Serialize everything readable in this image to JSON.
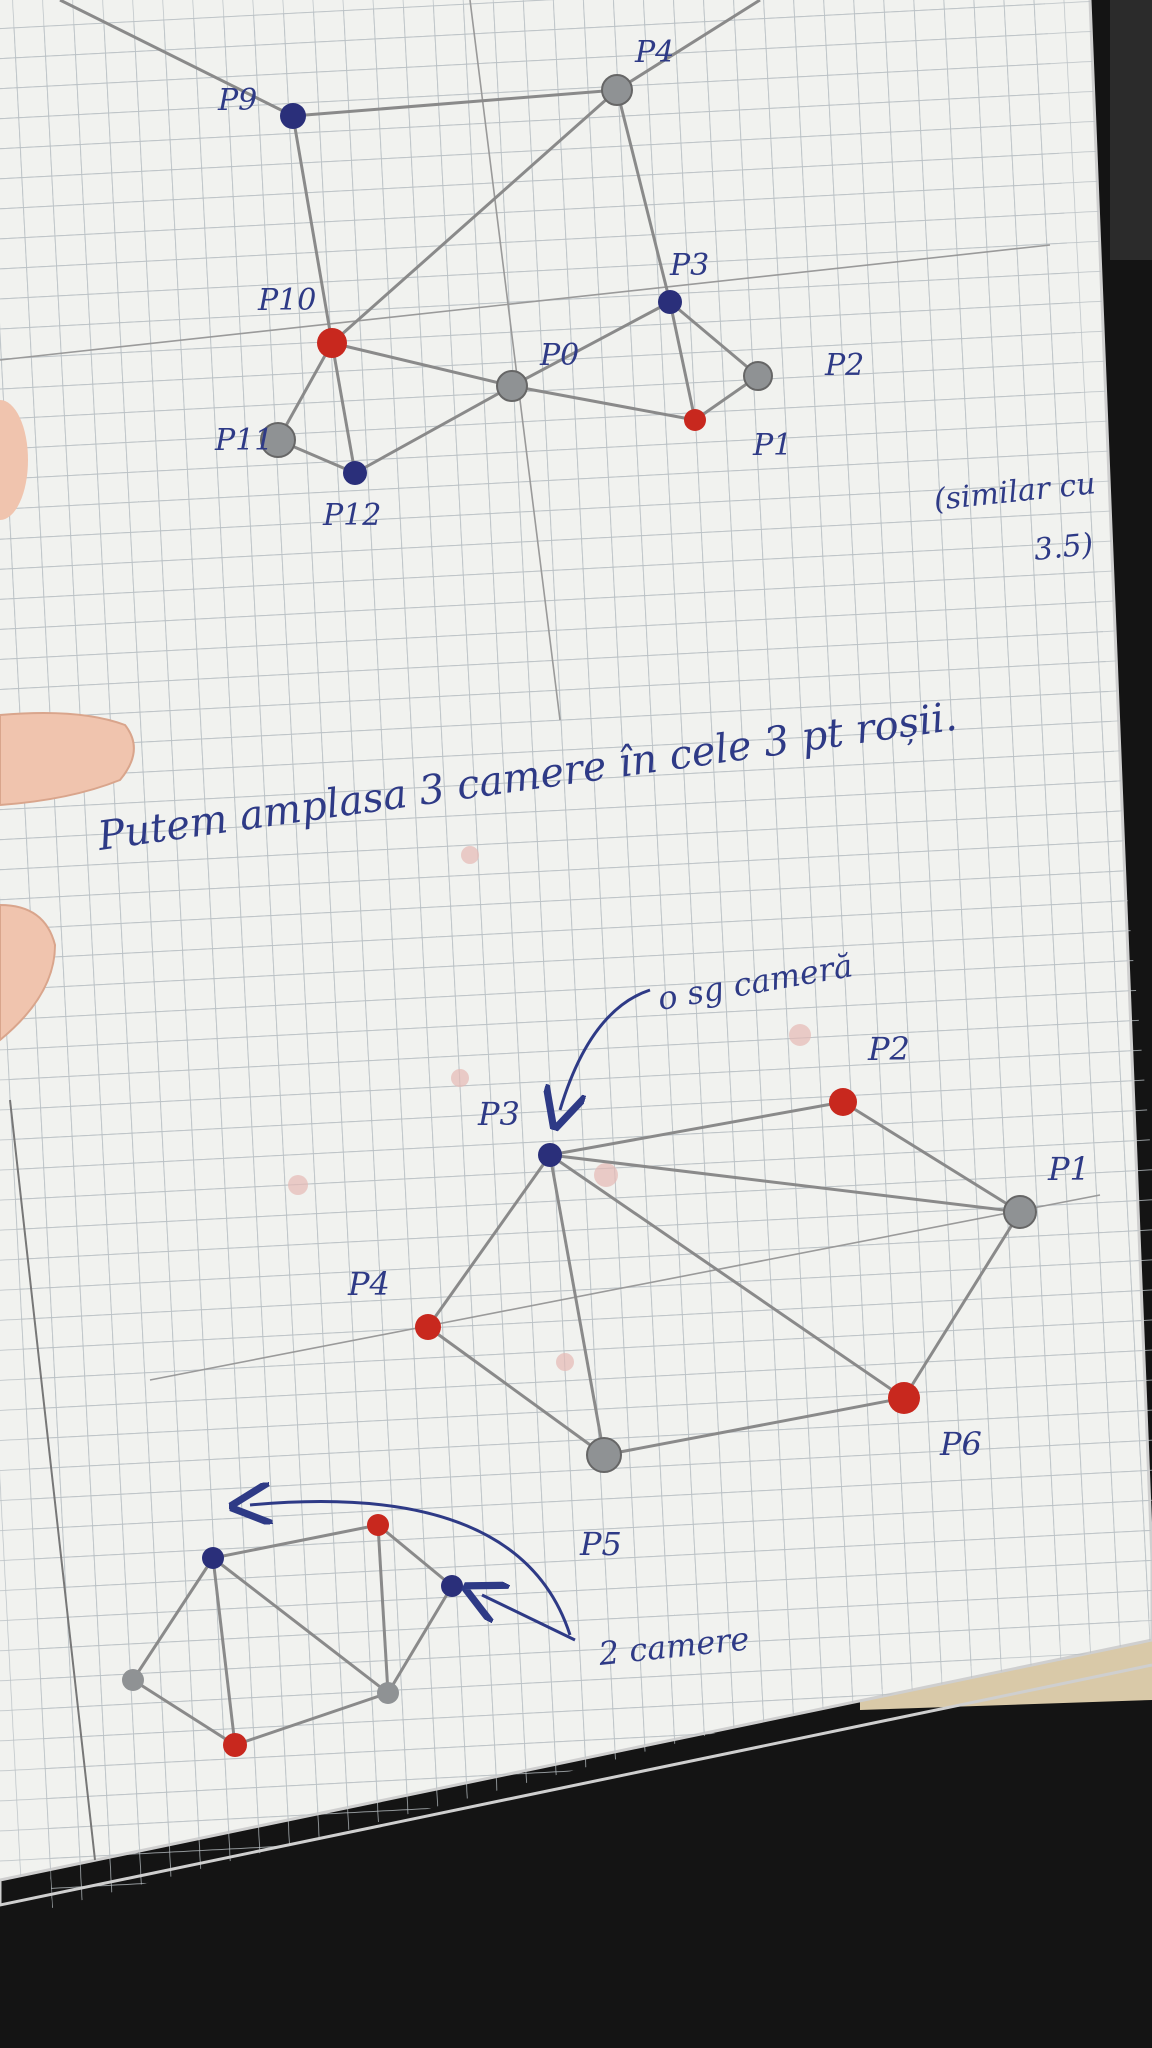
{
  "colors": {
    "paper": "#f1f2ef",
    "grid": "#b9c0c4",
    "pencil": "#8a8a8a",
    "ink": "#2e3a86",
    "red": "#c8281e",
    "blue": "#2a2f7a",
    "gray": "#8f9294",
    "skin": "#f0c4ae",
    "background": "#141414"
  },
  "labels": {
    "top_graph": {
      "p9": "P9",
      "p4": "P4",
      "p3": "P3",
      "p10": "P10",
      "p0": "P0",
      "p2": "P2",
      "p1": "P1",
      "p11": "P11",
      "p12": "P12"
    },
    "bottom_graph": {
      "p2": "P2",
      "p3": "P3",
      "p1": "P1",
      "p4": "P4",
      "p6": "P6",
      "p5": "P5"
    }
  },
  "notes": {
    "similar_line1": "(similar cu",
    "similar_line2": "3.5)",
    "main_sentence": "Putem amplasa 3 camere în cele 3 pt roșii.",
    "one_camera": "o sg cameră",
    "two_cameras": "2 camere"
  },
  "icons": {
    "vertex": "dot-icon",
    "arrow": "curved-arrow-icon"
  }
}
